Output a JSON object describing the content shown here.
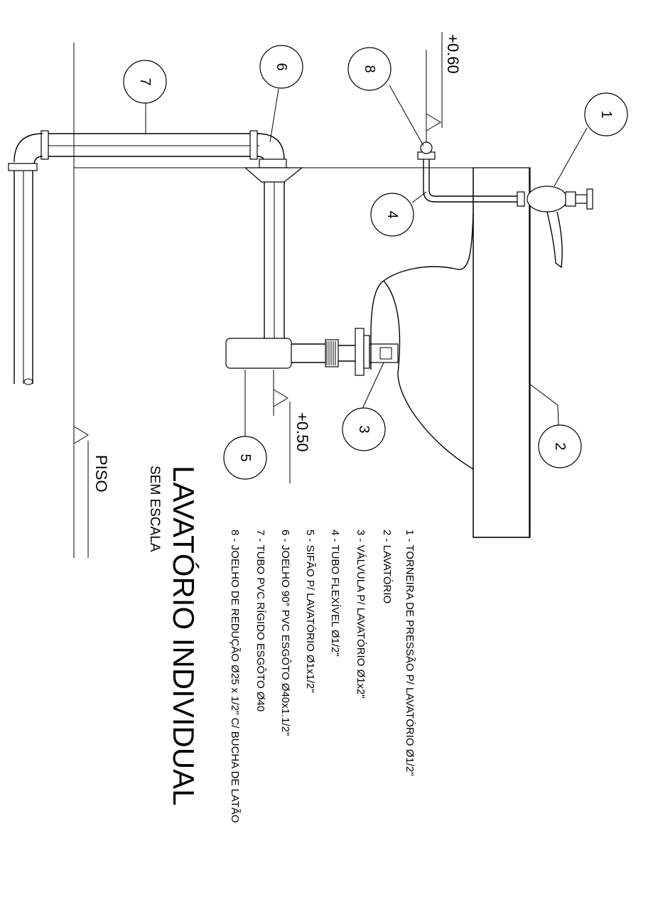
{
  "title": "LAVATÓRIO INDIVIDUAL",
  "subtitle": "SEM ESCALA",
  "levels": {
    "upper": "+0.60",
    "lower": "+0.50",
    "floor": "PISO"
  },
  "balloons": {
    "b1": "1",
    "b2": "2",
    "b3": "3",
    "b4": "4",
    "b5": "5",
    "b6": "6",
    "b7": "7",
    "b8": "8"
  },
  "legend": [
    "1 - TORNEIRA DE PRESSÃO P/ LAVATÓRIO Ø1/2\"",
    "2 - LAVATÓRIO",
    "3 - VÁLVULA P/ LAVATÓRIO Ø1x2\"",
    "4 - TUBO FLEXÍVEL Ø1/2\"",
    "5 - SIFÃO P/ LAVATÓRIO Ø1x1/2\"",
    "6 - JOELHO 90° PVC ESGÔTO Ø40x1.1/2\"",
    "7 - TUBO PVC RÍGIDO ESGÔTO Ø40",
    "8 - JOELHO DE REDUÇÃO Ø25 x 1/2\" C/ BUCHA DE LATÃO"
  ]
}
